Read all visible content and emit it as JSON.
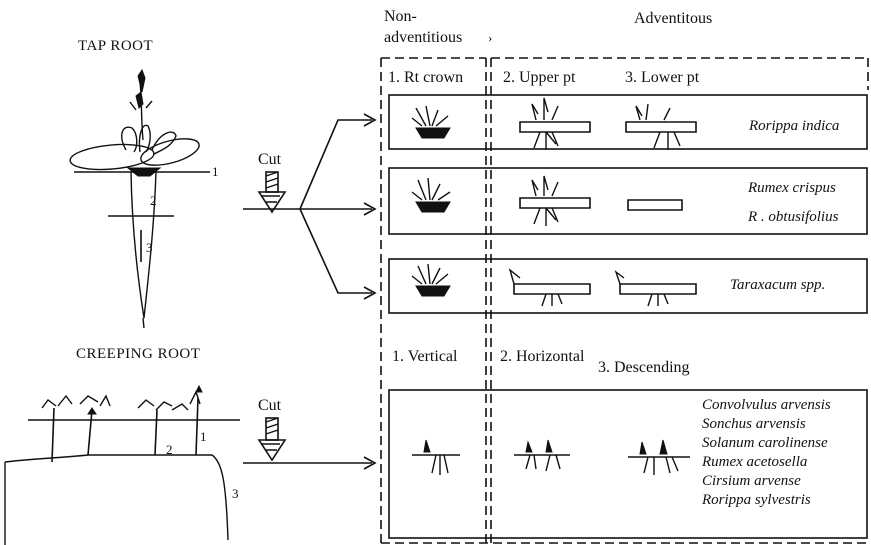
{
  "tap_root": {
    "title": "TAP ROOT",
    "parts": [
      "1",
      "2",
      "3"
    ],
    "cut_label": "Cut"
  },
  "creeping_root": {
    "title": "CREEPING ROOT",
    "parts": [
      "1",
      "2",
      "3"
    ],
    "cut_label": "Cut"
  },
  "headers": {
    "non_adventitious_1": "Non-",
    "non_adventitious_2": "adventitious",
    "adventitous": "Adventitous"
  },
  "tap_columns": [
    "1. Rt crown",
    "2. Upper pt",
    "3. Lower pt"
  ],
  "creeping_columns": [
    "1. Vertical",
    "2. Horizontal",
    "3. Descending"
  ],
  "tap_rows": [
    {
      "species": [
        "Rorippa indica"
      ]
    },
    {
      "species": [
        "Rumex crispus",
        "R . obtusifolius"
      ]
    },
    {
      "species": [
        "Taraxacum spp."
      ]
    }
  ],
  "creeping_species": [
    "Convolvulus arvensis",
    "Sonchus arvensis",
    "Solanum carolinense",
    "Rumex acetosella",
    "Cirsium arvense",
    "Rorippa sylvestris"
  ],
  "colors": {
    "ink": "#111111",
    "background": "#ffffff"
  }
}
